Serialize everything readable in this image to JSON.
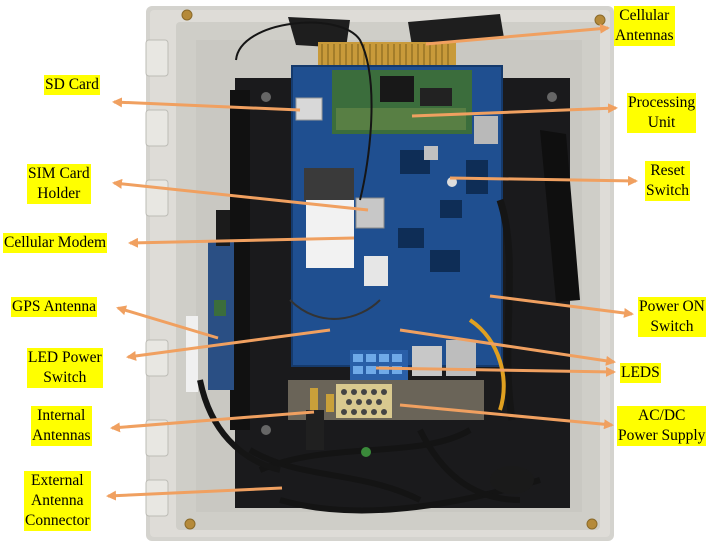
{
  "colors": {
    "label_bg": "#ffff00",
    "arrow": "#f0a060",
    "enclosure": "#d9d8d3",
    "board": "#1d4f8f"
  },
  "labels": {
    "cellular_antennas": [
      "Cellular",
      "Antennas"
    ],
    "sd_card": [
      "SD Card"
    ],
    "processing_unit": [
      "Processing",
      "Unit"
    ],
    "sim_card_holder": [
      "SIM Card",
      "Holder"
    ],
    "reset_switch": [
      "Reset",
      "Switch"
    ],
    "cellular_modem": [
      "Cellular Modem"
    ],
    "gps_antenna": [
      "GPS Antenna"
    ],
    "power_on_switch": [
      "Power ON",
      "Switch"
    ],
    "led_power_switch": [
      "LED Power",
      "Switch"
    ],
    "leds": [
      "LEDS"
    ],
    "internal_antennas": [
      "Internal",
      "Antennas"
    ],
    "ac_dc_power_supply": [
      "AC/DC",
      "Power Supply"
    ],
    "external_antenna_connector": [
      "External",
      "Antenna",
      "Connector"
    ]
  }
}
